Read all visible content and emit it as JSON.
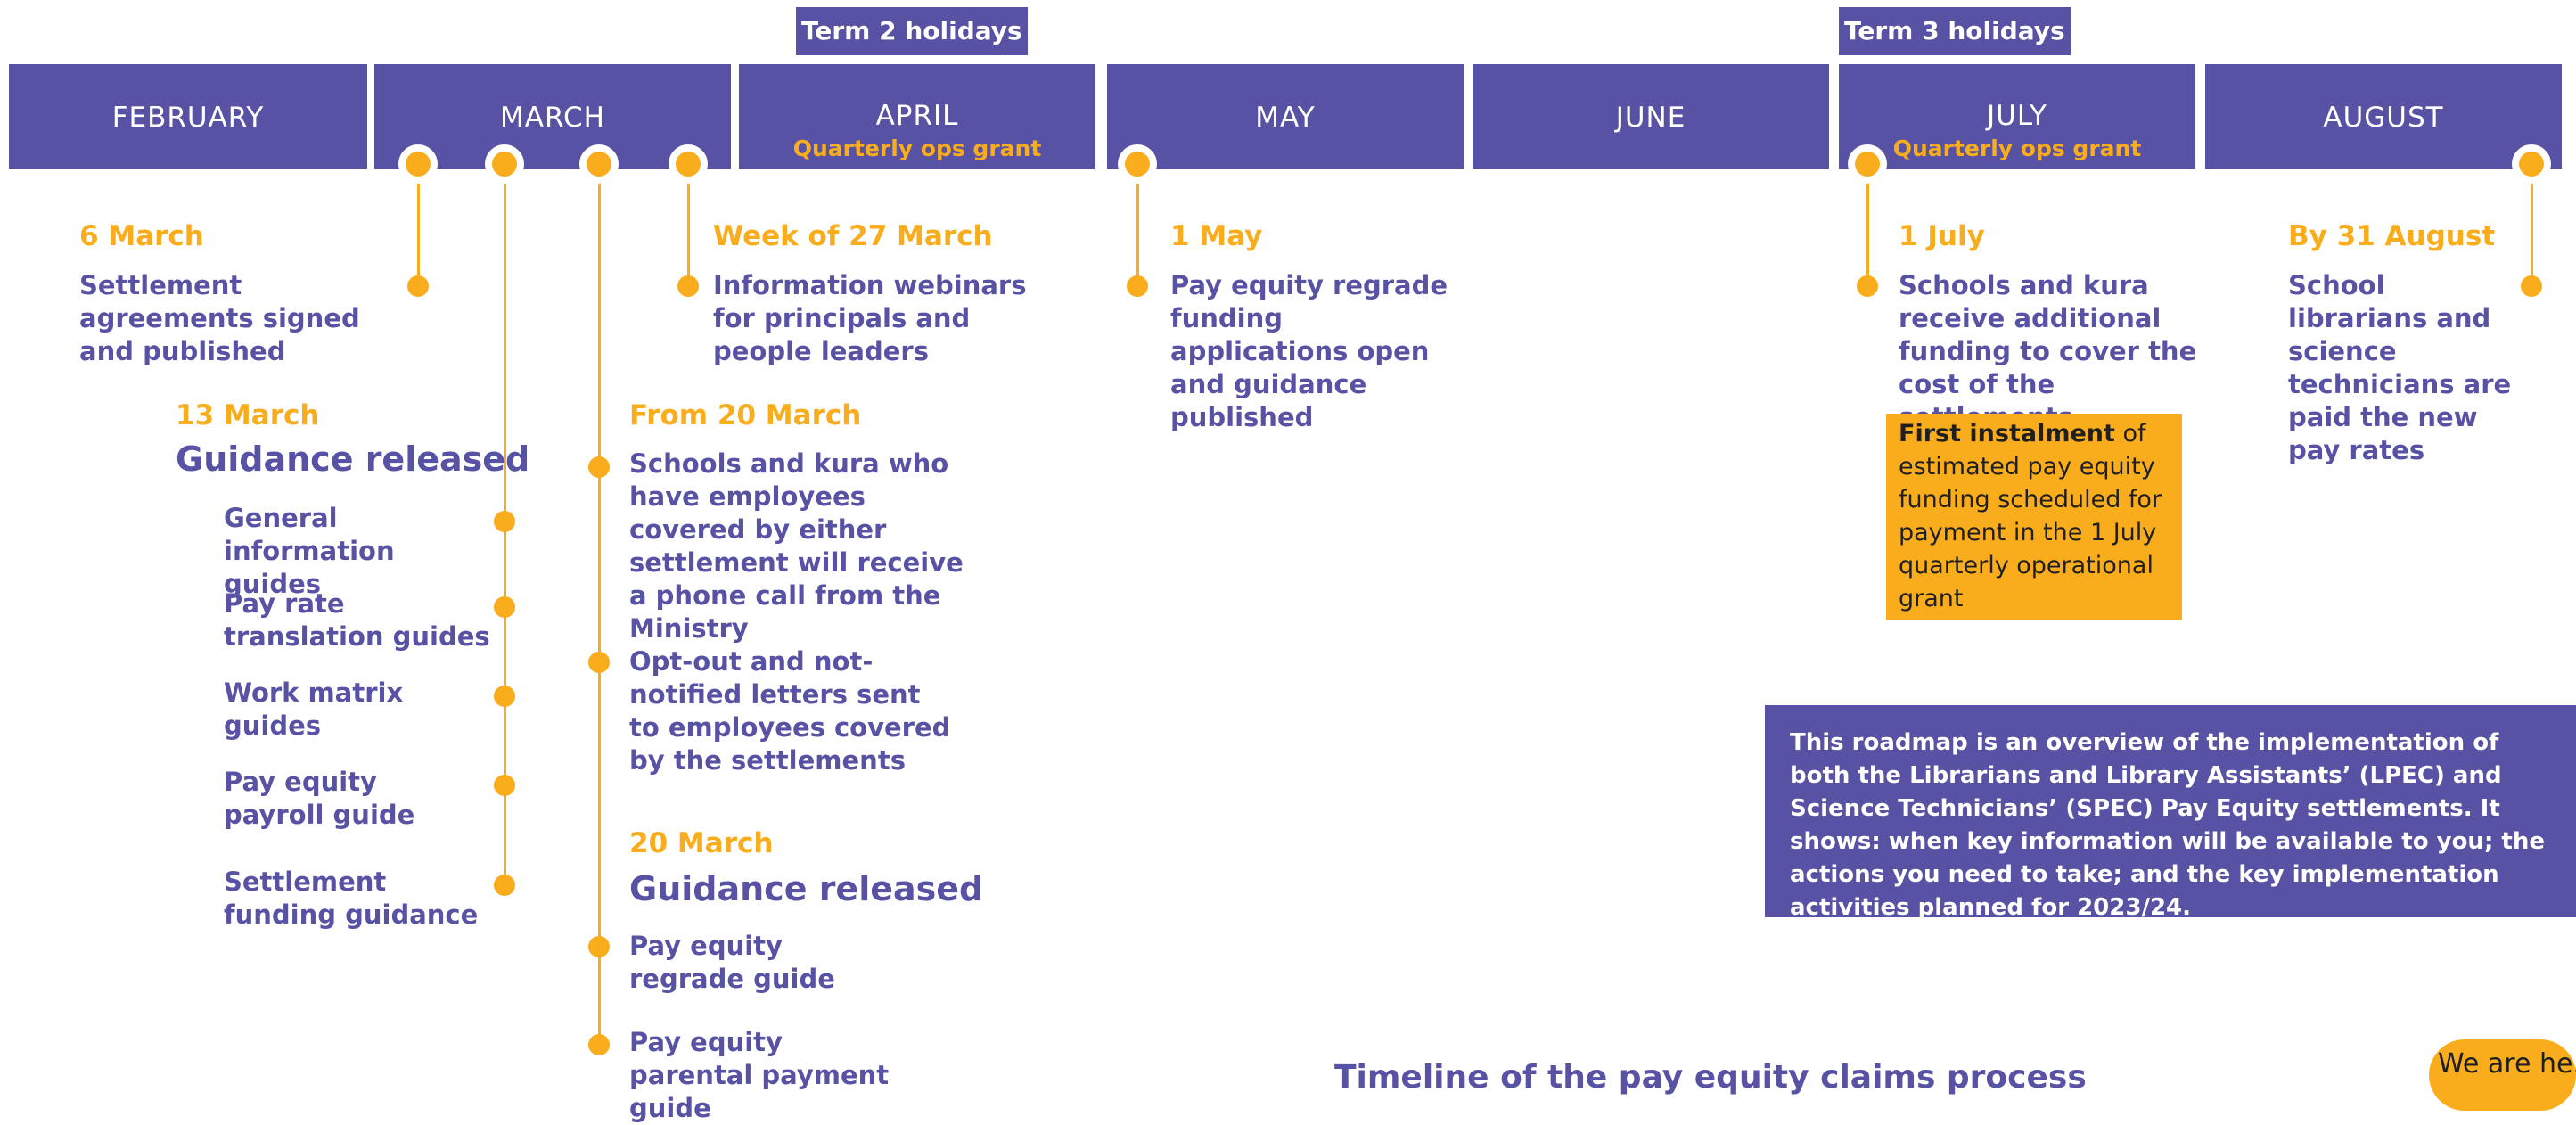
{
  "holidays": {
    "term2": "Term 2 holidays",
    "term3": "Term 3 holidays"
  },
  "months": [
    {
      "name": "FEBRUARY",
      "sub": ""
    },
    {
      "name": "MARCH",
      "sub": ""
    },
    {
      "name": "APRIL",
      "sub": "Quarterly ops grant"
    },
    {
      "name": "MAY",
      "sub": ""
    },
    {
      "name": "JUNE",
      "sub": ""
    },
    {
      "name": "JULY",
      "sub": "Quarterly ops grant"
    },
    {
      "name": "AUGUST",
      "sub": ""
    }
  ],
  "events": {
    "mar6": {
      "date": "6 March",
      "text": "Settlement agreements signed and published"
    },
    "mar27": {
      "date": "Week of 27 March",
      "text": "Information webinars for principals and people leaders"
    },
    "may1": {
      "date": "1 May",
      "text": "Pay equity regrade funding applications open and guidance published"
    },
    "jul1": {
      "date": "1 July",
      "text": "Schools and kura receive additional funding to cover the cost of the settlements"
    },
    "aug31": {
      "date": "By 31 August",
      "text": "School librarians and science technicians are paid the new pay rates"
    },
    "mar13": {
      "date": "13 March",
      "heading": "Guidance released",
      "items": [
        "General information guides",
        "Pay rate translation guides",
        "Work matrix guides",
        "Pay equity payroll guide",
        "Settlement funding guidance"
      ]
    },
    "mar20from": {
      "date": "From 20 March",
      "items": [
        "Schools and kura who have employees covered by either settlement will receive a phone call from the Ministry",
        "Opt-out and not-notified letters sent to employees covered by the settlements"
      ]
    },
    "mar20": {
      "date": "20 March",
      "heading": "Guidance released",
      "items": [
        "Pay equity regrade guide",
        "Pay equity parental payment guide"
      ]
    }
  },
  "first_instalment": {
    "bold": "First instalment",
    "rest": " of estimated pay equity funding scheduled for payment in the 1 July quarterly operational grant"
  },
  "overview": "This roadmap is an overview of the implementation of both the Librarians and Library Assistants’ (LPEC) and Science Technicians’ (SPEC) Pay Equity settlements. It shows: when key information will be available to you; the actions you need to take; and the key implementation activities planned for 2023/24.",
  "footer": {
    "title": "Timeline of the pay equity claims process",
    "pill": "We are here"
  },
  "colors": {
    "purple": "#5852a4",
    "orange": "#f9ad1c",
    "white": "#ffffff"
  }
}
